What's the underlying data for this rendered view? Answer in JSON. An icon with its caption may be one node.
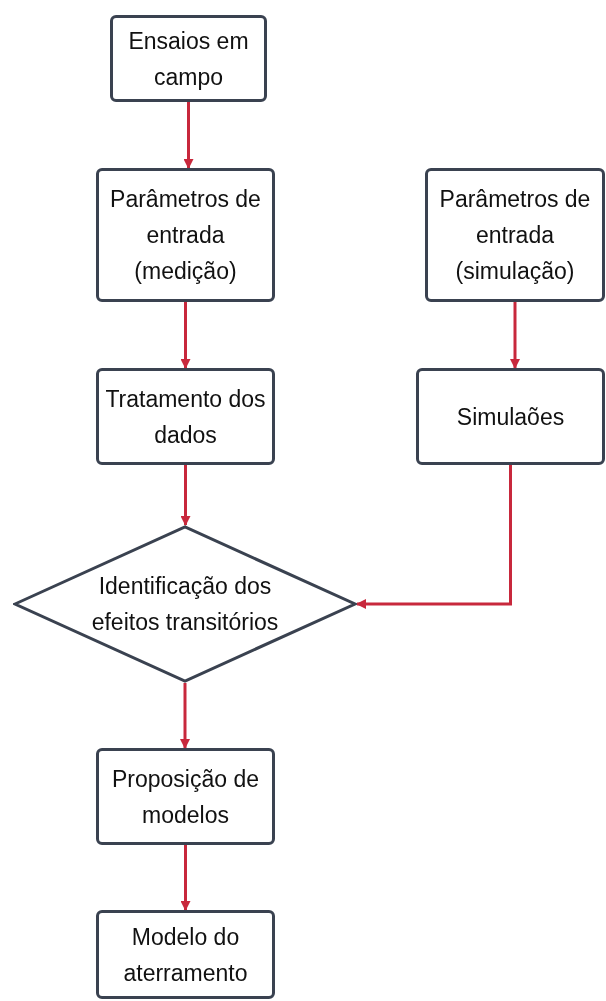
{
  "diagram": {
    "nodes": [
      {
        "text": [
          "Ensaios em campo"
        ]
      },
      {
        "text": [
          "Parâmetros de entrada (medição)"
        ]
      },
      {
        "text": [
          "Parâmetros de entrada (simulação)"
        ]
      },
      {
        "text": [
          "Tratamento dos dados"
        ]
      },
      {
        "text": [
          "Simulaões"
        ]
      },
      {
        "text": [
          "Identificação dos efeitos transitórios"
        ]
      },
      {
        "text": [
          "Proposição de modelos"
        ]
      },
      {
        "text": [
          "Modelo do aterramento"
        ]
      }
    ],
    "edges": [
      {
        "from": 0,
        "to": 1,
        "arrow": "to"
      },
      {
        "from": 1,
        "to": 3,
        "arrow": "to"
      },
      {
        "from": 2,
        "to": 4,
        "arrow": "to"
      },
      {
        "from": 3,
        "to": 5,
        "arrow": "to"
      },
      {
        "from": 4,
        "to": 5,
        "arrow": "to"
      },
      {
        "from": 5,
        "to": 6,
        "arrow": "to"
      },
      {
        "from": 6,
        "to": 7,
        "arrow": "to"
      }
    ]
  }
}
